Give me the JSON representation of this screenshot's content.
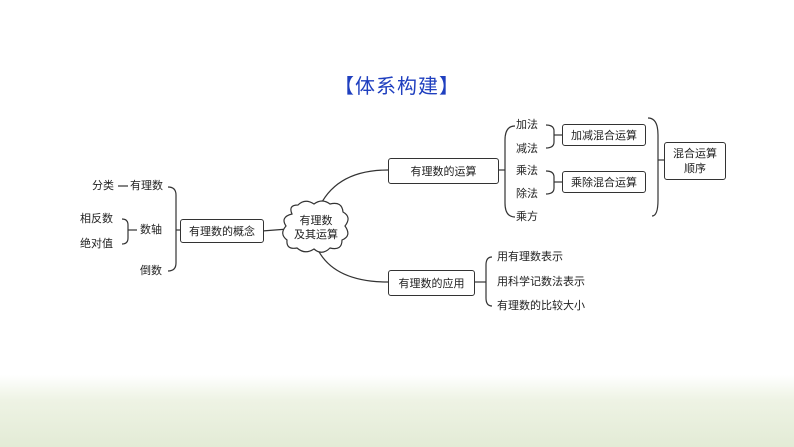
{
  "title": "【体系构建】",
  "center": {
    "line1": "有理数",
    "line2": "及其运算"
  },
  "concept": {
    "box": "有理数的概念",
    "fenlei": "分类",
    "youlishu": "有理数",
    "shuzhou": "数轴",
    "xiangfanshu": "相反数",
    "juedui": "绝对值",
    "daoshu": "倒数"
  },
  "operation": {
    "box": "有理数的运算",
    "items": [
      "加法",
      "减法",
      "乘法",
      "除法",
      "乘方"
    ],
    "mix1": "加减混合运算",
    "mix2": "乘除混合运算",
    "order_line1": "混合运算",
    "order_line2": "顺序"
  },
  "application": {
    "box": "有理数的应用",
    "items": [
      "用有理数表示",
      "用科学记数法表示",
      "有理数的比较大小"
    ]
  }
}
